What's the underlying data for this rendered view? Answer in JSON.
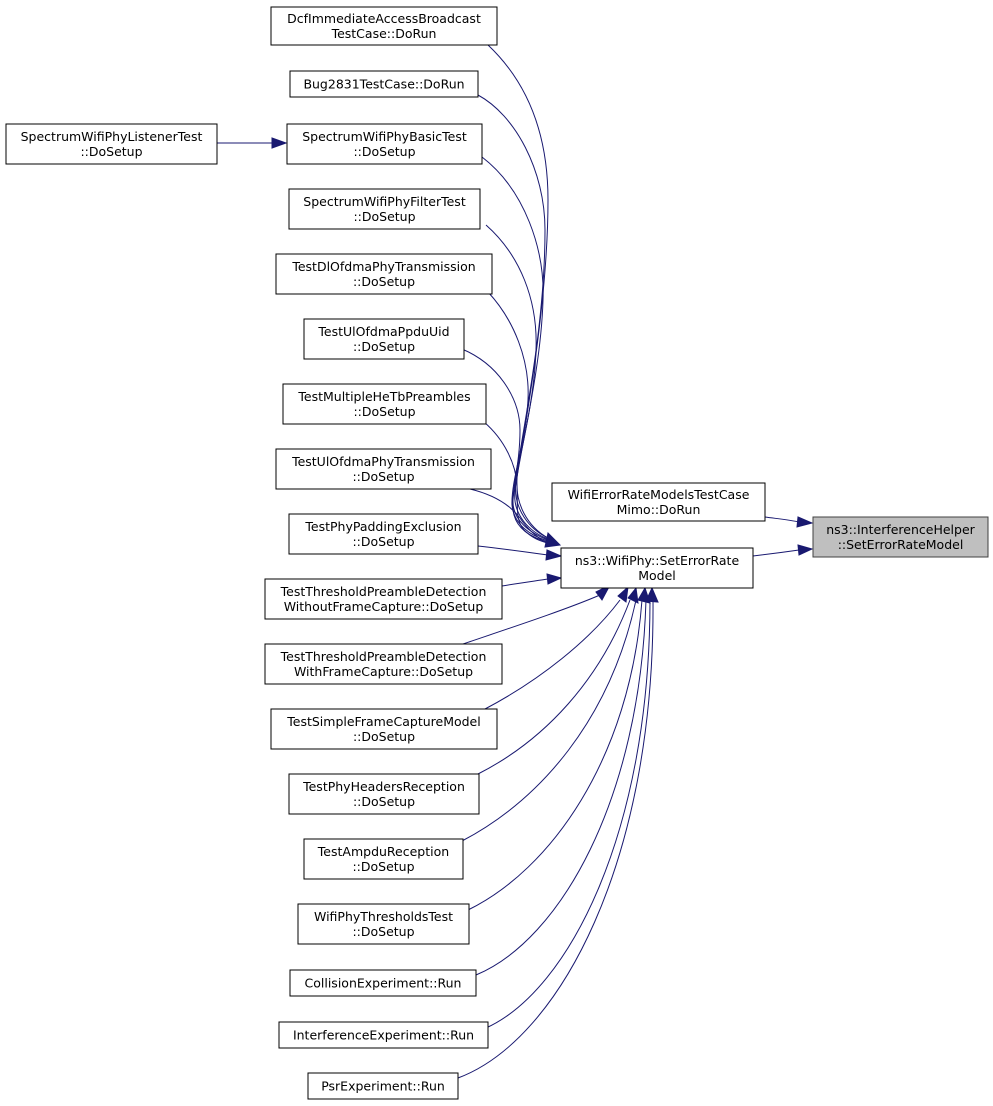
{
  "graph": {
    "target": {
      "id": "target",
      "lines": [
        "ns3::InterferenceHelper",
        "::SetErrorRateModel"
      ],
      "highlighted": true
    },
    "hub": {
      "id": "hub",
      "lines": [
        "ns3::WifiPhy::SetErrorRate",
        "Model"
      ]
    },
    "wifi_error": {
      "id": "wifi_error",
      "lines": [
        "WifiErrorRateModelsTestCase",
        "Mimo::DoRun"
      ]
    },
    "listener": {
      "id": "listener",
      "lines": [
        "SpectrumWifiPhyListenerTest",
        "::DoSetup"
      ]
    },
    "callers": [
      {
        "id": "dcf",
        "lines": [
          "DcfImmediateAccessBroadcast",
          "TestCase::DoRun"
        ]
      },
      {
        "id": "bug2831",
        "lines": [
          "Bug2831TestCase::DoRun"
        ]
      },
      {
        "id": "basic",
        "lines": [
          "SpectrumWifiPhyBasicTest",
          "::DoSetup"
        ]
      },
      {
        "id": "filter",
        "lines": [
          "SpectrumWifiPhyFilterTest",
          "::DoSetup"
        ]
      },
      {
        "id": "dlofdma",
        "lines": [
          "TestDlOfdmaPhyTransmission",
          "::DoSetup"
        ]
      },
      {
        "id": "ulppdu",
        "lines": [
          "TestUlOfdmaPpduUid",
          "::DoSetup"
        ]
      },
      {
        "id": "hetb",
        "lines": [
          "TestMultipleHeTbPreambles",
          "::DoSetup"
        ]
      },
      {
        "id": "ulofdma",
        "lines": [
          "TestUlOfdmaPhyTransmission",
          "::DoSetup"
        ]
      },
      {
        "id": "padding",
        "lines": [
          "TestPhyPaddingExclusion",
          "::DoSetup"
        ]
      },
      {
        "id": "thr_without",
        "lines": [
          "TestThresholdPreambleDetection",
          "WithoutFrameCapture::DoSetup"
        ]
      },
      {
        "id": "thr_with",
        "lines": [
          "TestThresholdPreambleDetection",
          "WithFrameCapture::DoSetup"
        ]
      },
      {
        "id": "simplecap",
        "lines": [
          "TestSimpleFrameCaptureModel",
          "::DoSetup"
        ]
      },
      {
        "id": "headers",
        "lines": [
          "TestPhyHeadersReception",
          "::DoSetup"
        ]
      },
      {
        "id": "ampdu",
        "lines": [
          "TestAmpduReception",
          "::DoSetup"
        ]
      },
      {
        "id": "thresholds",
        "lines": [
          "WifiPhyThresholdsTest",
          "::DoSetup"
        ]
      },
      {
        "id": "collision",
        "lines": [
          "CollisionExperiment::Run"
        ]
      },
      {
        "id": "interference",
        "lines": [
          "InterferenceExperiment::Run"
        ]
      },
      {
        "id": "psr",
        "lines": [
          "PsrExperiment::Run"
        ]
      }
    ]
  }
}
